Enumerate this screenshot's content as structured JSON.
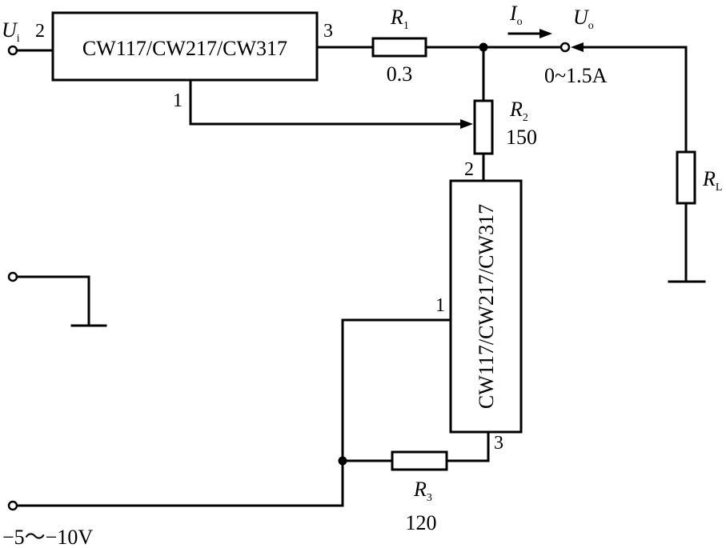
{
  "regulator_top": {
    "label": "CW117/CW217/CW317",
    "pin_in": "2",
    "pin_out": "3",
    "pin_adj": "1"
  },
  "regulator_bottom": {
    "label": "CW117/CW217/CW317",
    "pin_top": "2",
    "pin_left": "1",
    "pin_bottom": "3"
  },
  "input": {
    "symbol": "U",
    "subscript": "i"
  },
  "output": {
    "voltage_symbol": "U",
    "voltage_subscript": "o",
    "current_symbol": "I",
    "current_subscript": "o",
    "range": "0~1.5A"
  },
  "resistors": {
    "r1": {
      "symbol": "R",
      "subscript": "1",
      "value": "0.3"
    },
    "r2": {
      "symbol": "R",
      "subscript": "2",
      "value": "150"
    },
    "r3": {
      "symbol": "R",
      "subscript": "3",
      "value": "120"
    },
    "rl": {
      "symbol": "R",
      "subscript": "L"
    }
  },
  "negative_supply": {
    "label": "−5～−10V"
  }
}
